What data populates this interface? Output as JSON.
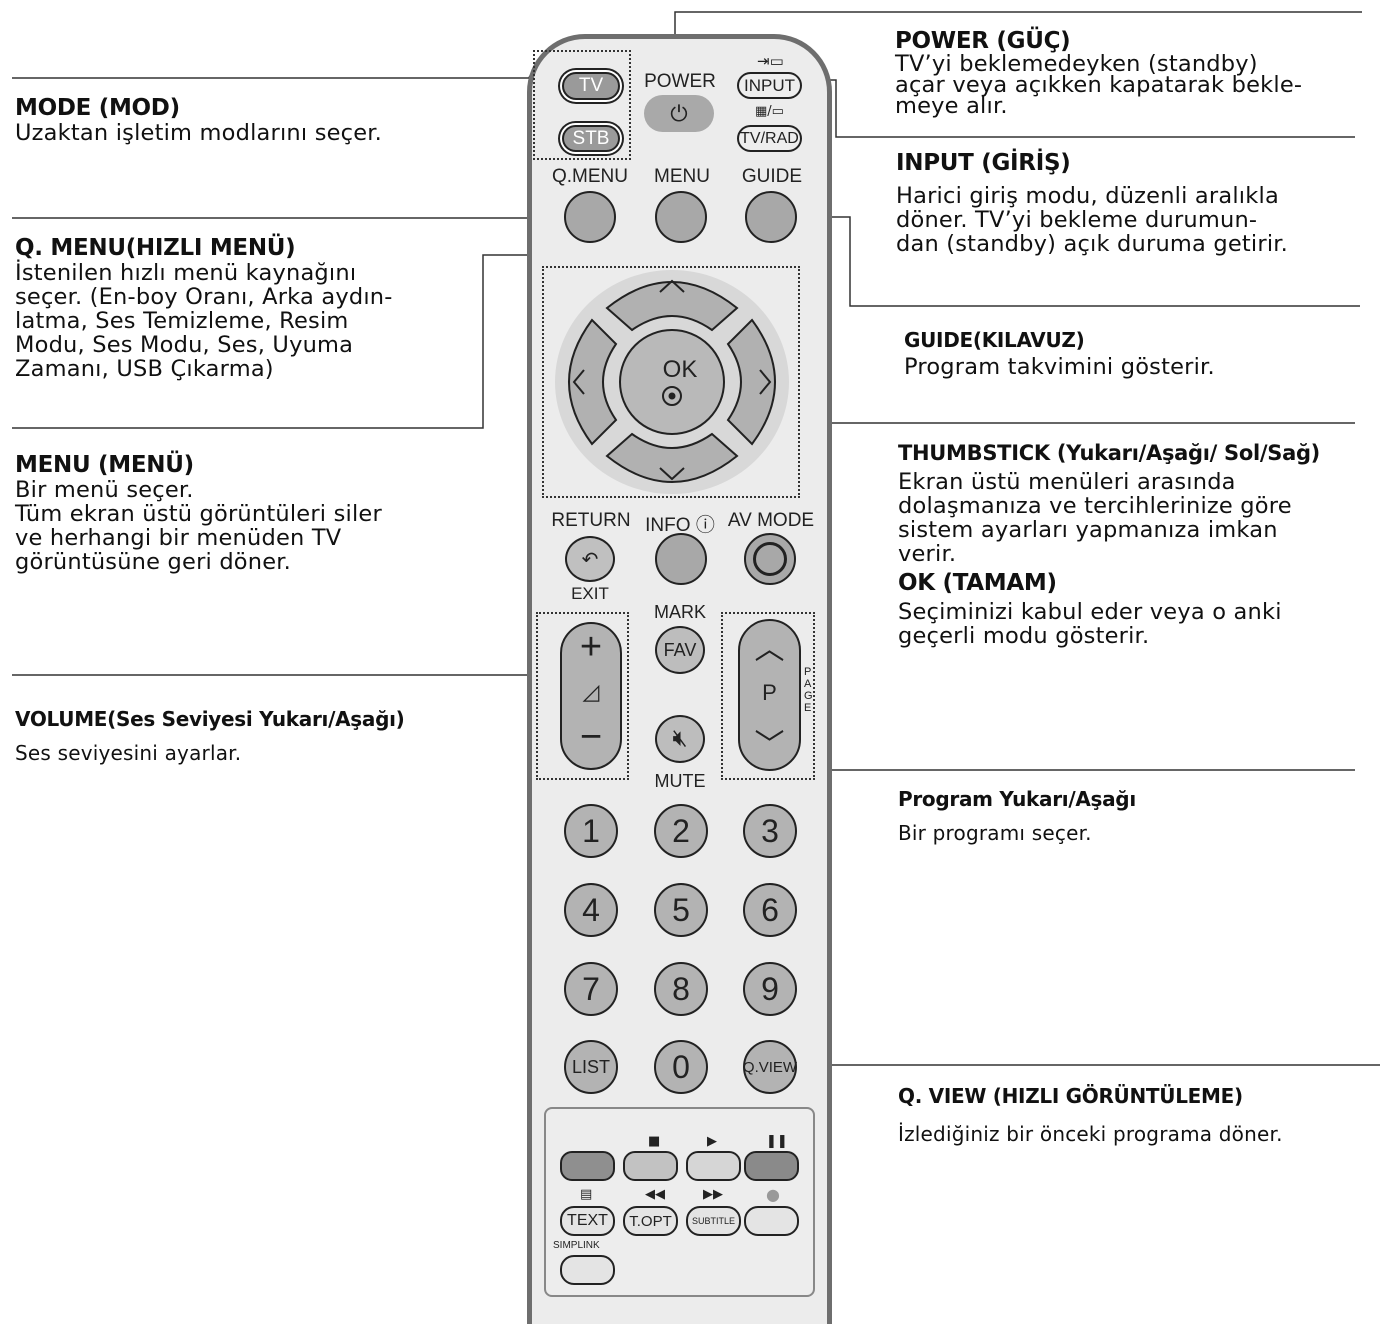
{
  "annotations": {
    "mode": {
      "title": "MODE (MOD)",
      "body": [
        "Uzaktan işletim modlarını seçer."
      ]
    },
    "qmenu": {
      "title": "Q. MENU(HIZLI MENÜ)",
      "body": [
        "İstenilen hızlı menü kaynağını",
        "seçer. (En-boy Oranı, Arka aydın-",
        "latma, Ses Temizleme, Resim",
        "Modu, Ses Modu, Ses, Uyuma",
        "Zamanı, USB Çıkarma)"
      ]
    },
    "menu": {
      "title": "MENU (MENÜ)",
      "body": [
        "Bir menü seçer.",
        "Tüm ekran üstü görüntüleri siler",
        "ve herhangi bir menüden TV",
        "görüntüsüne geri döner."
      ]
    },
    "volume": {
      "title": "VOLUME(Ses Seviyesi Yukarı/Aşağı)",
      "body": [
        "Ses seviyesini ayarlar."
      ]
    },
    "power": {
      "title": "POWER (GÜÇ)",
      "body": [
        "TV’yi beklemedeyken (standby)",
        "açar veya açıkken kapatarak bekle-",
        "meye alır."
      ]
    },
    "input": {
      "title": "INPUT (GİRİŞ)",
      "body": [
        "Harici giriş modu, düzenli aralıkla",
        "döner. TV’yi bekleme durumun-",
        "dan (standby) açık duruma getirir."
      ]
    },
    "guide": {
      "title": "GUIDE(KILAVUZ)",
      "body": [
        "Program takvimini gösterir."
      ]
    },
    "thumbstick": {
      "title": "THUMBSTICK (Yukarı/Aşağı/ Sol/Sağ)",
      "body": [
        "Ekran üstü menüleri arasında",
        "dolaşmanıza ve tercihlerinize göre",
        "sistem ayarları yapmanıza imkan",
        "verir."
      ]
    },
    "ok": {
      "title": "OK (TAMAM)",
      "body": [
        "Seçiminizi kabul eder veya o anki",
        "geçerli modu gösterir."
      ]
    },
    "program": {
      "title": "Program Yukarı/Aşağı",
      "body": [
        "Bir programı seçer."
      ]
    },
    "qview": {
      "title": "Q. VIEW (HIZLI GÖRÜNTÜLEME)",
      "body": [
        "İzlediğiniz bir önceki programa döner."
      ]
    }
  },
  "remote": {
    "tv": "TV",
    "stb": "STB",
    "power_label": "POWER",
    "input": "INPUT",
    "tvrad": "TV/RAD",
    "qmenu_label": "Q.MENU",
    "menu_label": "MENU",
    "guide_label": "GUIDE",
    "ok": "OK",
    "return_label": "RETURN",
    "exit_label": "EXIT",
    "info_label": "INFO ⓘ",
    "avmode_label": "AV MODE",
    "mark_label": "MARK",
    "fav": "FAV",
    "mute_label": "MUTE",
    "p": "P",
    "page_letters": [
      "P",
      "A",
      "G",
      "E"
    ],
    "numbers": [
      "1",
      "2",
      "3",
      "4",
      "5",
      "6",
      "7",
      "8",
      "9"
    ],
    "list": "LIST",
    "zero": "0",
    "qview": "Q.VIEW",
    "text": "TEXT",
    "topt": "T.OPT",
    "subtitle": "SUBTITLE",
    "simplink": "SIMPLINK"
  },
  "colors": {
    "red": "#8f8f8f",
    "green": "#c2c2c2",
    "yellow": "#d6d6d6",
    "blue": "#8a8a8a"
  }
}
